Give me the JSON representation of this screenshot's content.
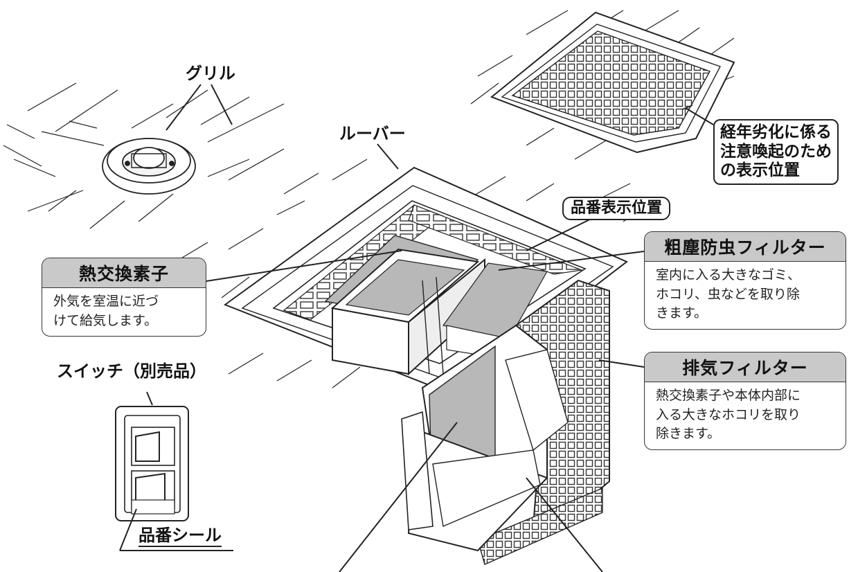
{
  "labels": {
    "grille": "グリル",
    "louver": "ルーバー",
    "switch": "スイッチ（別売品）",
    "part_number_position": "品番表示位置",
    "part_number_seal": "品番シール"
  },
  "aging_notice": {
    "lines": [
      "経年劣化に係る",
      "注意喚起のため",
      "の表示位置"
    ]
  },
  "callouts": {
    "heat_exchanger": {
      "title": "熱交換素子",
      "body": [
        "外気を室温に近づ",
        "けて給気します。"
      ]
    },
    "coarse_dust_filter": {
      "title": "粗塵防虫フィルター",
      "body": [
        "室内に入る大きなゴミ、",
        "ホコリ、虫などを取り除",
        "きます。"
      ]
    },
    "exhaust_filter": {
      "title": "排気フィルター",
      "body": [
        "熱交換素子や本体内部に",
        "入る大きなホコリを取り",
        "除きます。"
      ]
    }
  },
  "colors": {
    "line": "#222222",
    "callout_header": "#c9c9c9",
    "filter_gray": "#b8b8b8"
  }
}
